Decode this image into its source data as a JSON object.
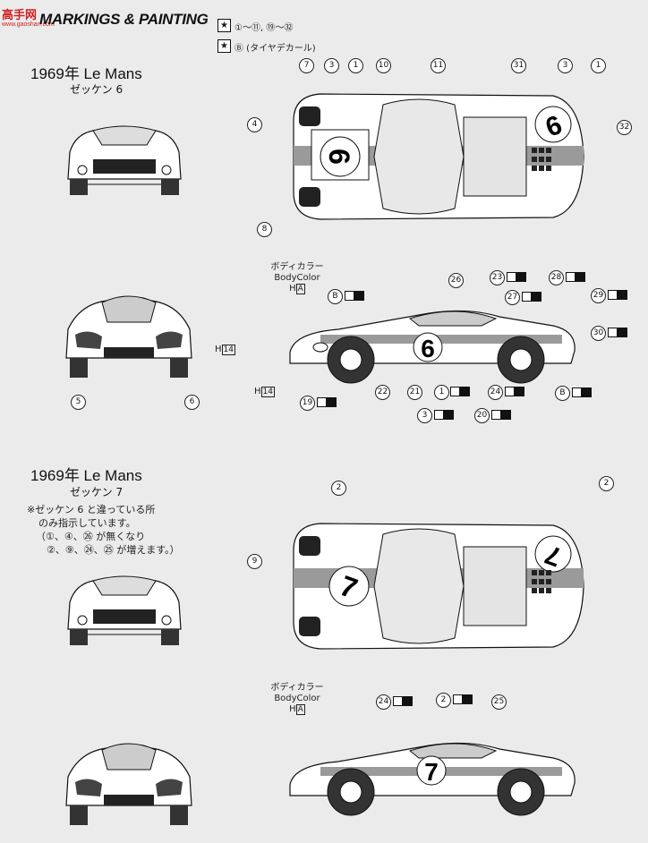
{
  "header": {
    "title": "MARKINGS & PAINTING",
    "site_logo": "高手网",
    "site_sub": "www.gaoshan.com",
    "legend": [
      {
        "star": "★",
        "text": "①～⑪, ⑲～㉜"
      },
      {
        "star": "★",
        "text": "Ⓑ (タイヤデカール)"
      }
    ]
  },
  "sections": [
    {
      "title": "1969年 Le Mans",
      "subtitle": "ゼッケン 6",
      "race_number": "6",
      "top_callouts": [
        "7",
        "3",
        "1",
        "10",
        "11",
        "31",
        "3",
        "1",
        "4",
        "32",
        "8"
      ],
      "side_callouts": [
        "26",
        "23",
        "27",
        "28",
        "29",
        "30",
        "B",
        "22",
        "21",
        "1",
        "3",
        "24",
        "20",
        "B",
        "19"
      ],
      "front_callouts": [
        "5",
        "6"
      ],
      "h_labels": [
        "H",
        "14",
        "H",
        "14"
      ],
      "body_color": {
        "jp": "ボディカラー",
        "en": "BodyColor",
        "code": "H",
        "code_box": "A"
      }
    },
    {
      "title": "1969年 Le Mans",
      "subtitle": "ゼッケン 7",
      "race_number": "7",
      "note_lines": [
        "※ゼッケン 6 と違っている所",
        "のみ指示しています。",
        "（①、④、㉖ が無くなり",
        "②、⑨、㉔、㉕ が増えます。）"
      ],
      "top_callouts": [
        "2",
        "2",
        "9"
      ],
      "side_callouts": [
        "24",
        "2",
        "25"
      ],
      "body_color": {
        "jp": "ボディカラー",
        "en": "BodyColor",
        "code": "H",
        "code_box": "A"
      }
    }
  ]
}
